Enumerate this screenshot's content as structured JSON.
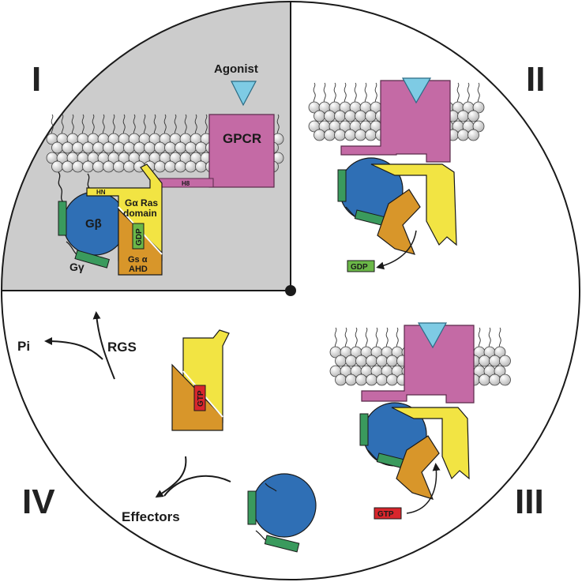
{
  "quadrants": {
    "q1": "I",
    "q2": "II",
    "q3": "III",
    "q4": "IV"
  },
  "labels": {
    "agonist": "Agonist",
    "gpcr": "GPCR",
    "h8": "H8",
    "hn": "HN",
    "g_alpha": "Gα Ras",
    "domain": "domain",
    "g_beta": "Gβ",
    "g_gamma": "Gγ",
    "gs_alpha": "Gs α",
    "ahd": "AHD",
    "gdp": "GDP",
    "gtp": "GTP",
    "rgs": "RGS",
    "pi": "Pi",
    "effectors": "Effectors"
  },
  "colors": {
    "gpcr": "#c46aa5",
    "ligand": "#7ecbe4",
    "g_alpha_ras": "#f2e443",
    "ahd": "#d8962a",
    "g_beta": "#2f6fb5",
    "g_gamma": "#3a9a5d",
    "gdp_box": "#6bb848",
    "gtp_box": "#d8262c",
    "shaded_quadrant": "#cccccc"
  }
}
